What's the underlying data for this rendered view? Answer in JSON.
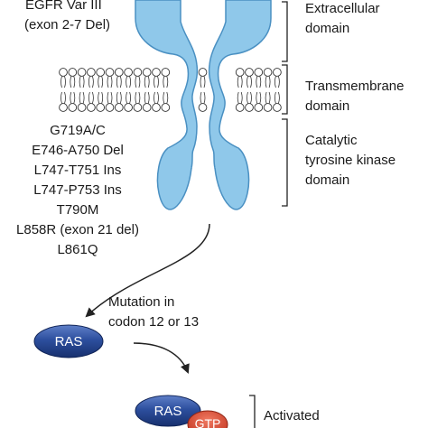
{
  "variant": {
    "line1": "EGFR Var III",
    "line2": "(exon 2-7 Del)"
  },
  "domains": [
    {
      "lines": [
        "Extracellular",
        "domain"
      ]
    },
    {
      "lines": [
        "Transmembrane",
        "domain"
      ]
    },
    {
      "lines": [
        "Catalytic",
        "tyrosine kinase",
        "domain"
      ]
    }
  ],
  "mutations": [
    "G719A/C",
    "E746-A750 Del",
    "L747-T751 Ins",
    "L747-P753 Ins",
    "T790M",
    "L858R (exon 21 del)",
    "L861Q"
  ],
  "ras_note": {
    "line1": "Mutation in",
    "line2": "codon 12 or 13"
  },
  "ras_label": "RAS",
  "ras_active_label": "RAS",
  "gtp_label": "GTP",
  "activated_label": "Activated",
  "colors": {
    "receptor_fill": "#8fc8ea",
    "receptor_stroke": "#4a90c2",
    "ras_fill": "#2d4f9e",
    "gtp_fill": "#d9432f",
    "line": "#222222"
  }
}
